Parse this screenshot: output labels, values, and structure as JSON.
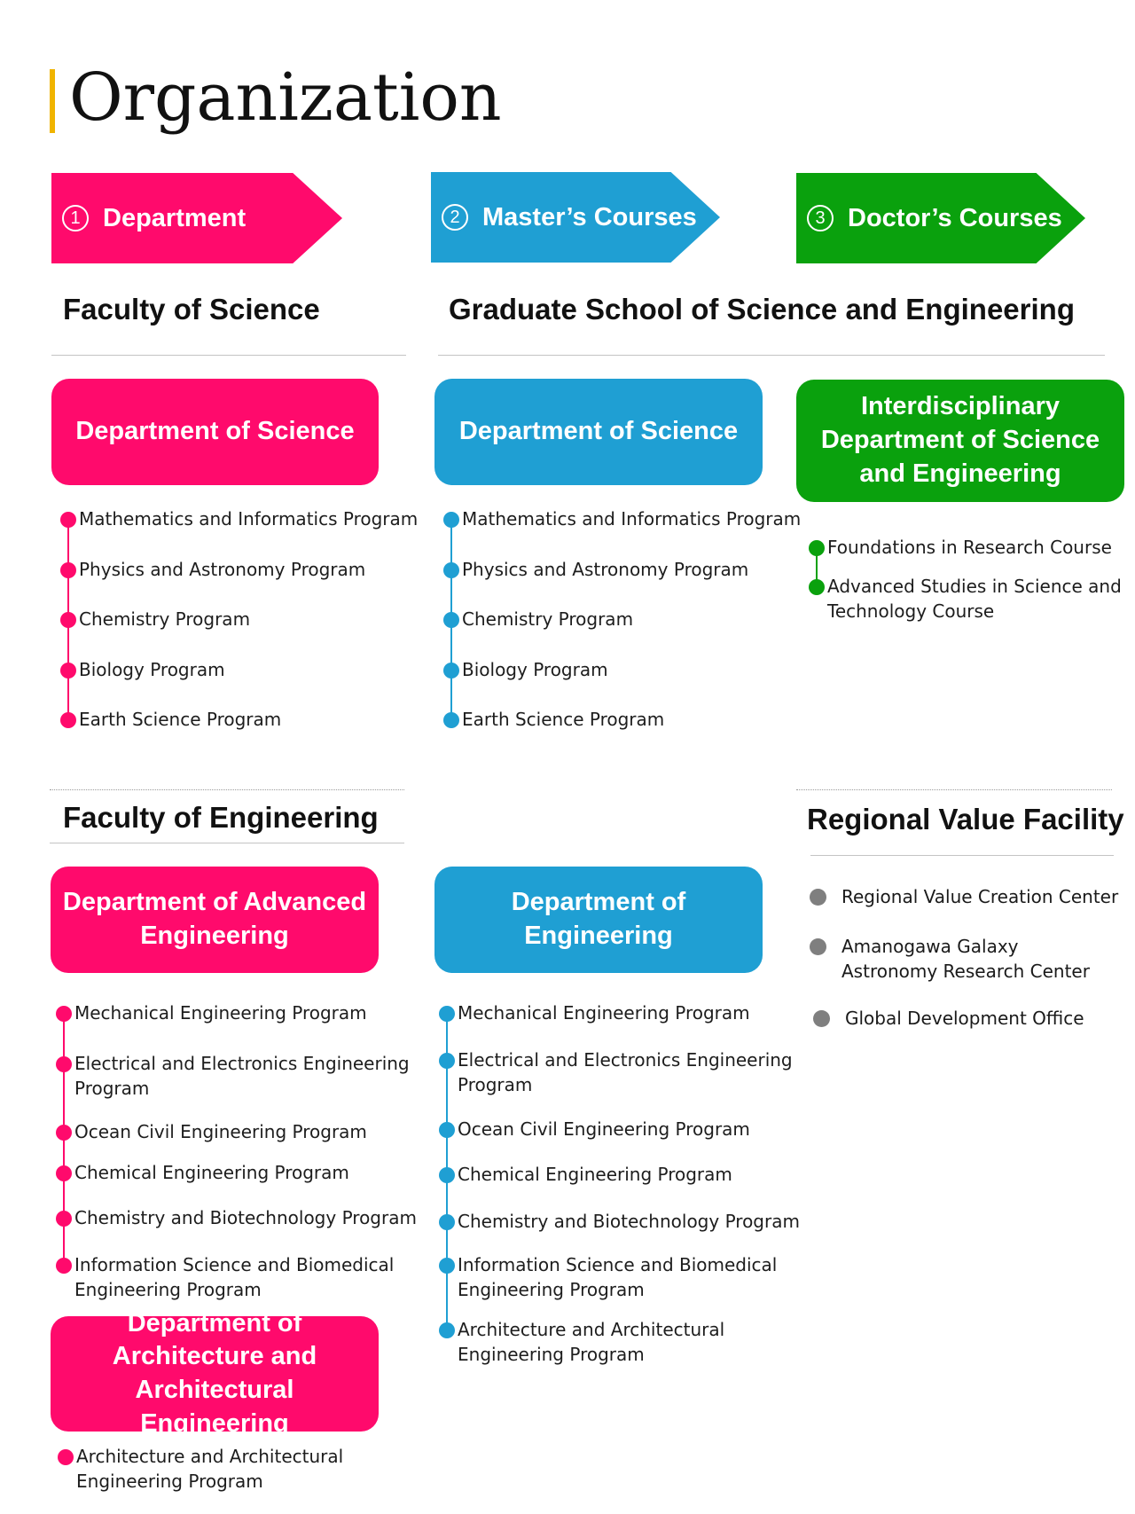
{
  "title": "Organization",
  "colors": {
    "pink": "#ff0a6c",
    "blue": "#1f9fd3",
    "green": "#0aa10d",
    "gray": "#7f7f7f",
    "title_bar": "#f0b400"
  },
  "arrows": [
    {
      "num": "1",
      "label": "Department"
    },
    {
      "num": "2",
      "label": "Master’s Courses"
    },
    {
      "num": "3",
      "label": "Doctor’s Courses"
    }
  ],
  "faculty_science": {
    "heading": "Faculty of  Science",
    "dept": "Department of Science",
    "programs": [
      "Mathematics and Informatics Program",
      "Physics and Astronomy Program",
      "Chemistry Program",
      "Biology Program",
      "Earth Science Program"
    ]
  },
  "grad_school": {
    "heading": "Graduate School of  Science and Engineering",
    "dept_science": "Department of Science",
    "science_programs": [
      "Mathematics and Informatics Program",
      "Physics and Astronomy Program",
      "Chemistry Program",
      "Biology Program",
      "Earth Science Program"
    ],
    "interdisciplinary": "Interdisciplinary\nDepartment of Science\nand Engineering",
    "doctor_courses": [
      "Foundations in Research Course",
      "Advanced Studies in Science and\nTechnology Course"
    ],
    "dept_engineering": "Department of\nEngineering",
    "engineering_programs": [
      "Mechanical Engineering Program",
      "Electrical and Electronics Engineering\nProgram",
      "Ocean Civil Engineering Program",
      "Chemical Engineering Program",
      "Chemistry and Biotechnology Program",
      "Information Science and Biomedical\nEngineering Program",
      "Architecture and Architectural\nEngineering Program"
    ]
  },
  "faculty_engineering": {
    "heading": "Faculty of  Engineering",
    "dept_advanced": "Department of Advanced\nEngineering",
    "advanced_programs": [
      "Mechanical Engineering Program",
      "Electrical and Electronics Engineering\nProgram",
      "Ocean Civil Engineering Program",
      "Chemical Engineering Program",
      "Chemistry and Biotechnology Program",
      "Information Science and Biomedical\nEngineering Program"
    ],
    "dept_architecture": "Department of\nArchitecture and\nArchitectural Engineering",
    "architecture_programs": [
      "Architecture and Architectural\nEngineering Program"
    ]
  },
  "regional": {
    "heading": "Regional Value Facility",
    "items": [
      "Regional Value Creation Center",
      "Amanogawa Galaxy\nAstronomy Research Center",
      "Global Development Office"
    ]
  }
}
